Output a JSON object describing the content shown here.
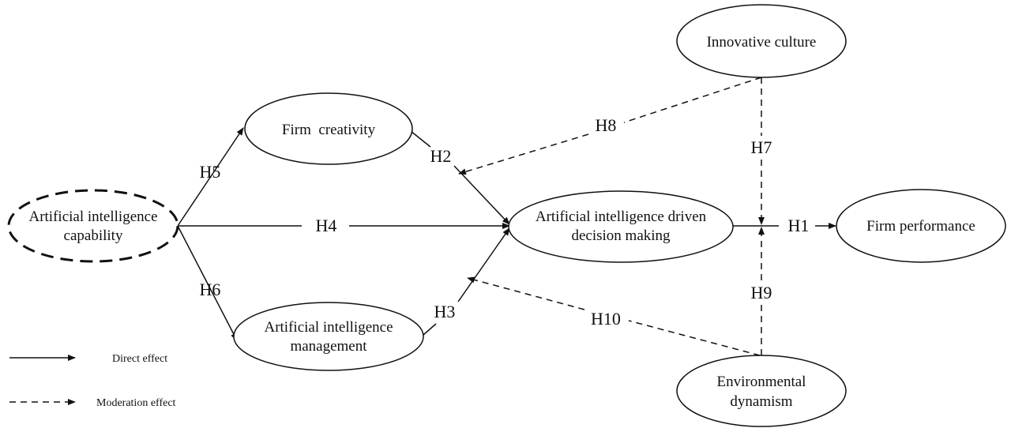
{
  "nodes": {
    "ai_capability": [
      "Artificial intelligence",
      "capability"
    ],
    "firm_creativity": [
      "Firm  creativity"
    ],
    "ai_management": [
      "Artificial intelligence",
      "management"
    ],
    "ai_decision": [
      "Artificial intelligence driven",
      "decision making"
    ],
    "innovative_culture": [
      "Innovative culture"
    ],
    "environmental_dynamism": [
      "Environmental",
      "dynamism"
    ],
    "firm_performance": [
      "Firm performance"
    ]
  },
  "hypotheses": {
    "h1": "H1",
    "h2": "H2",
    "h3": "H3",
    "h4": "H4",
    "h5": "H5",
    "h6": "H6",
    "h7": "H7",
    "h8": "H8",
    "h9": "H9",
    "h10": "H10"
  },
  "legend": {
    "direct": "Direct effect",
    "moderation": "Moderation effect"
  }
}
